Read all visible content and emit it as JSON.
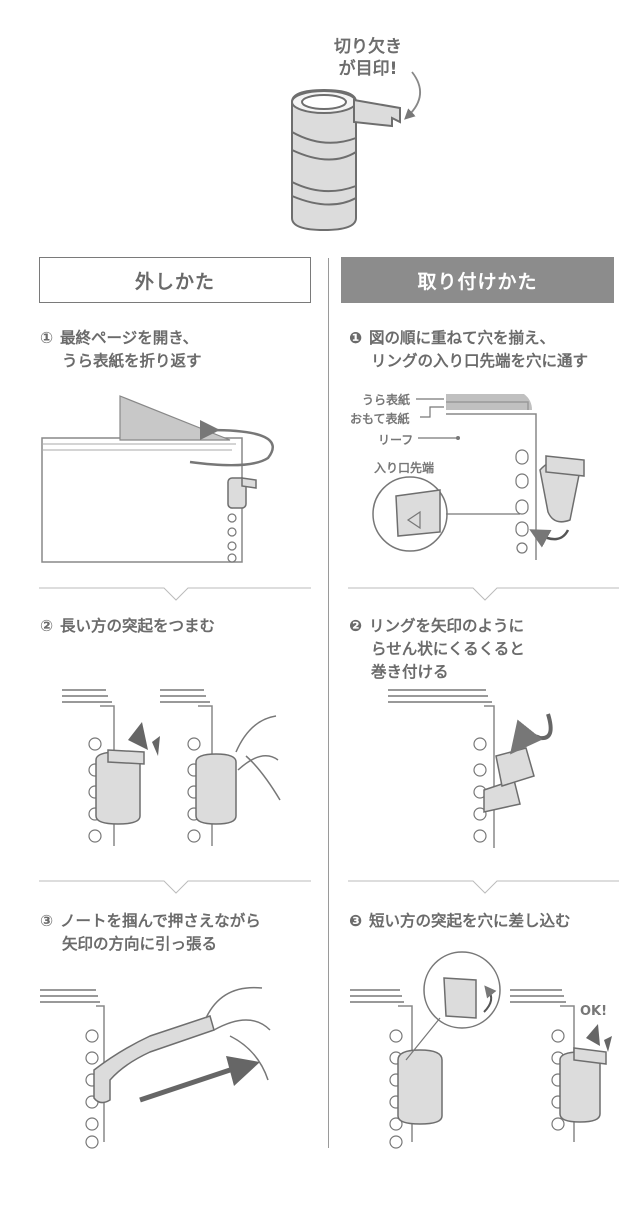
{
  "top_note": {
    "line1": "切り欠き",
    "line2": "が目印!"
  },
  "left": {
    "header": "外しかた",
    "steps": [
      {
        "num": "①",
        "line1": "最終ページを開き、",
        "line2": "うら表紙を折り返す"
      },
      {
        "num": "②",
        "line1": "長い方の突起をつまむ",
        "line2": ""
      },
      {
        "num": "③",
        "line1": "ノートを掴んで押さえながら",
        "line2": "矢印の方向に引っ張る"
      }
    ]
  },
  "right": {
    "header": "取り付けかた",
    "steps": [
      {
        "num": "❶",
        "line1": "図の順に重ねて穴を揃え、",
        "line2": "リングの入り口先端を穴に通す"
      },
      {
        "num": "❷",
        "line1": "リングを矢印のように",
        "line2": "らせん状にくるくると",
        "line3": "巻き付ける"
      },
      {
        "num": "❸",
        "line1": "短い方の突起を穴に差し込む",
        "line2": ""
      }
    ],
    "labels": {
      "back_cover": "うら表紙",
      "front_cover": "おもて表紙",
      "leaf": "リーフ",
      "entry_tip": "入り口先端",
      "ok": "OK!"
    }
  },
  "colors": {
    "text": "#6b6b6b",
    "ring_fill": "#dcdcdc",
    "ring_stroke": "#6e6e6e",
    "header_fill": "#8c8c8c",
    "line": "#a0a0a0"
  }
}
